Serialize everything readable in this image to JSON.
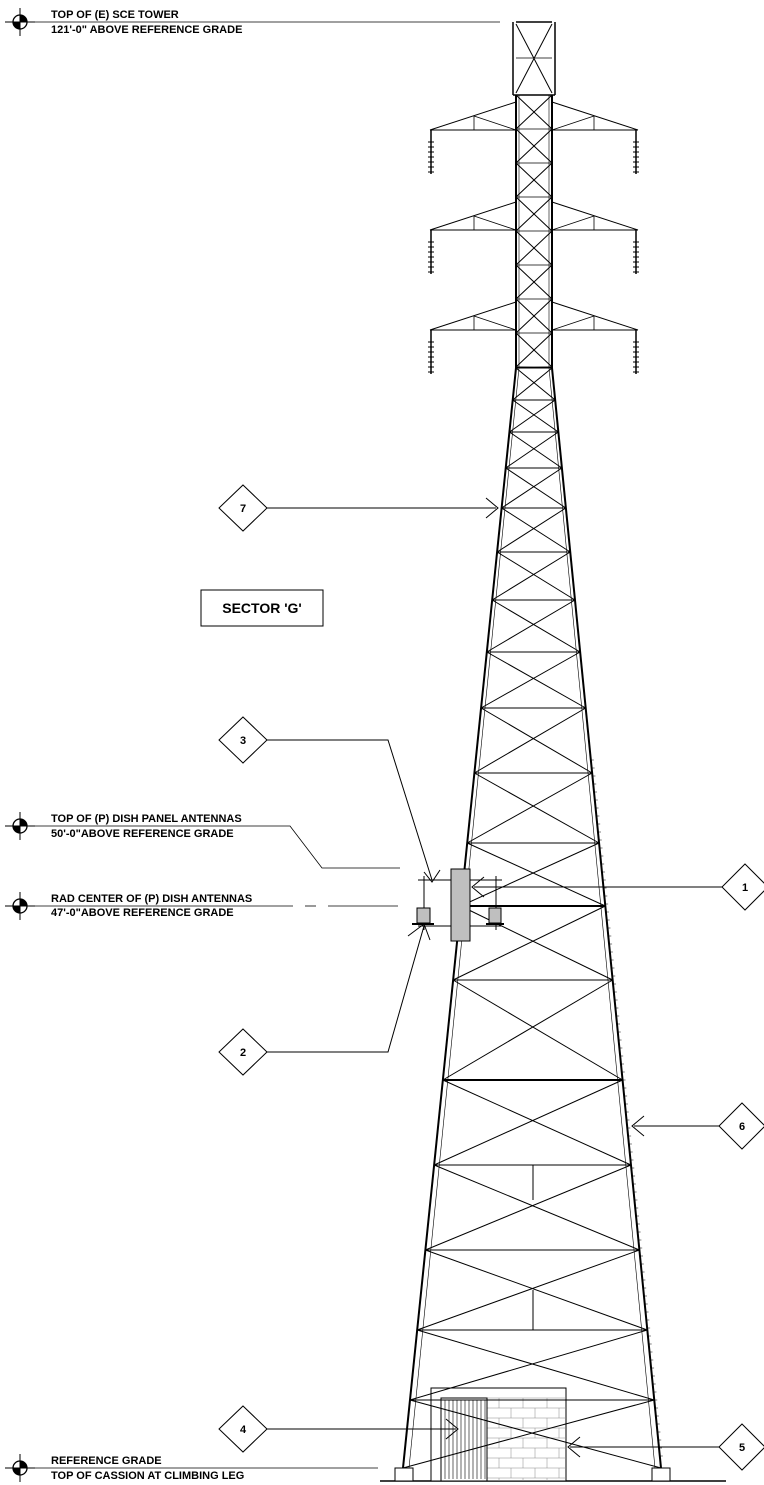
{
  "elevations": {
    "top_tower": {
      "line1": "TOP OF (E) SCE TOWER",
      "line2": "121'-0\" ABOVE REFERENCE GRADE"
    },
    "top_antennas": {
      "line1": "TOP OF (P) DISH PANEL ANTENNAS",
      "line2": "50'-0\"ABOVE REFERENCE GRADE"
    },
    "rad_center": {
      "line1": "RAD CENTER OF (P) DISH ANTENNAS",
      "line2": "47'-0\"ABOVE REFERENCE GRADE"
    },
    "reference_grade": {
      "line1": "REFERENCE GRADE",
      "line2": "TOP OF CASSION AT CLIMBING LEG"
    }
  },
  "sector_label": "SECTOR 'G'",
  "callouts": [
    "1",
    "2",
    "3",
    "4",
    "5",
    "6",
    "7"
  ]
}
